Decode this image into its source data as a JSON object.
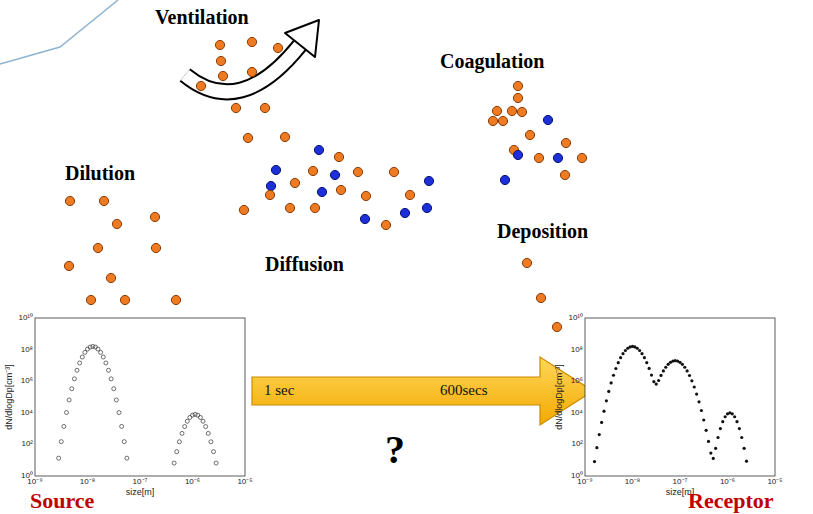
{
  "diagram": {
    "nodes": [
      {
        "text": [
          "dN/dlogDp[cm⁻³]",
          "size[m]",
          "10¹⁰",
          "10⁸",
          "10⁶",
          "10⁴",
          "10²",
          "10⁰",
          "10⁻⁹",
          "10⁻⁸",
          "10⁻⁷",
          "10⁻⁶",
          "10⁻⁵"
        ]
      },
      {
        "text": [
          "1 sec",
          "600secs"
        ]
      },
      {
        "text": [
          "dN/dlogDp[cm⁻³]",
          "size[m]",
          "10¹⁰",
          "10⁸",
          "10⁶",
          "10⁴",
          "10²",
          "10⁰",
          "10⁻⁹",
          "10⁻⁸",
          "10⁻⁷",
          "10⁻⁶",
          "10⁻⁵"
        ]
      }
    ],
    "labels": [
      "Ventilation",
      "Coagulation",
      "Dilution",
      "Diffusion",
      "Deposition",
      "?",
      "Source",
      "Receptor"
    ]
  }
}
